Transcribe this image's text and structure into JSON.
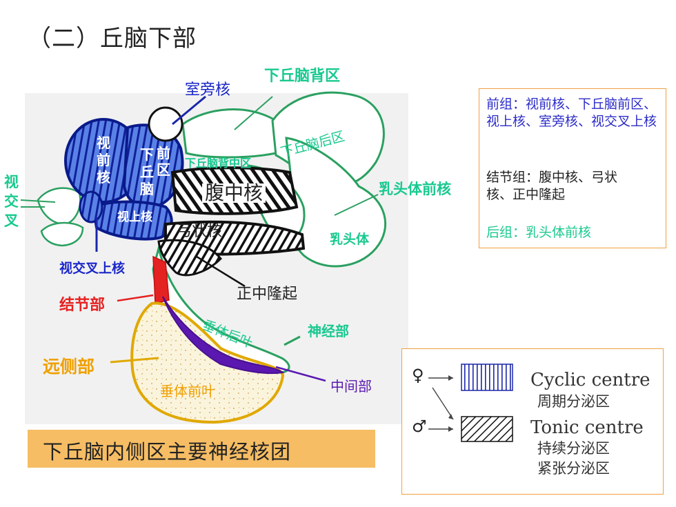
{
  "title": "（二）丘脑下部",
  "labels": {
    "paraventricular": "室旁核",
    "dorsal_area": "下丘脑背区",
    "dorsomedial": "下丘脑背中区",
    "posterior_area": "下丘脑后区",
    "optic_chiasm": [
      "视",
      "交",
      "叉"
    ],
    "preoptic": [
      "视",
      "前",
      "核"
    ],
    "anterior_area": [
      "下",
      "丘",
      "脑"
    ],
    "anterior_area2": [
      "前",
      "区"
    ],
    "supraoptic": "视上核",
    "ventromedial": "腹中核",
    "arcuate": "弓状核",
    "premammillary": "乳头体前核",
    "mammillary": "乳头体",
    "suprachiasmatic": "视交叉上核",
    "pars_tuberalis": "结节部",
    "median_eminence": "正中隆起",
    "neural_lobe": "垂体后叶",
    "pars_nervosa": "神经部",
    "pars_distalis": "远侧部",
    "adenohypophysis": "垂体前叶",
    "pars_intermedia": "中间部"
  },
  "info": {
    "anterior_group": "前组：视前核、下丘脑前区、视上核、室旁核、视交叉上核",
    "tuberal_group": "结节组：腹中核、弓状核、正中隆起",
    "posterior_group": "后组：乳头体前核"
  },
  "legend": {
    "female_symbol": "♀",
    "male_symbol": "♂",
    "cyclic_en": "Cyclic centre",
    "cyclic_zh": "周期分泌区",
    "tonic_en": "Tonic centre",
    "tonic_zh1": "持续分泌区",
    "tonic_zh2": "紧张分泌区"
  },
  "caption": "下丘脑内侧区主要神经核团",
  "colors": {
    "teal": "#19c98f",
    "blue": "#1a26c9",
    "red": "#e52222",
    "orange": "#f0a000",
    "purple": "#5a18b0",
    "box_border": "#f0a040",
    "caption_bg": "#f6bd64"
  }
}
